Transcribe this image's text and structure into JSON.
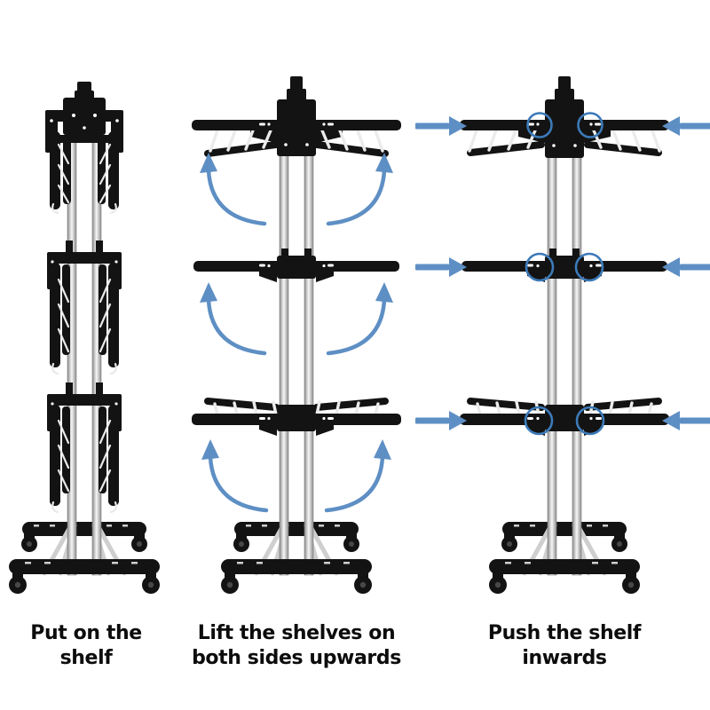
{
  "diagram": {
    "background": "#ffffff",
    "steps": [
      {
        "index": 1,
        "caption_lines": [
          "Put on the shelf"
        ],
        "illustration": "clothes-drying-rack-folded"
      },
      {
        "index": 2,
        "caption_lines": [
          "Lift the shelves on",
          "both sides upwards"
        ],
        "illustration": "clothes-drying-rack-shelves-lifted",
        "annotation": "curved-lift-arrows"
      },
      {
        "index": 3,
        "caption_lines": [
          "Push the shelf inwards"
        ],
        "illustration": "clothes-drying-rack-assembled",
        "annotation": "inward-push-arrows-with-lock-circles"
      }
    ]
  },
  "icons": {
    "lift_arrow": "curved-up-arrow",
    "push_arrow": "horizontal-inward-arrow",
    "lock_point": "circle-highlight"
  },
  "colors": {
    "arrow_blue": "#5e8fc4",
    "circle_blue": "#3c7ab8",
    "rack_black": "#131313",
    "pole_silver": "#d9d9d9",
    "caption_text": "#0c0c0c",
    "page_bg": "#ffffff"
  }
}
